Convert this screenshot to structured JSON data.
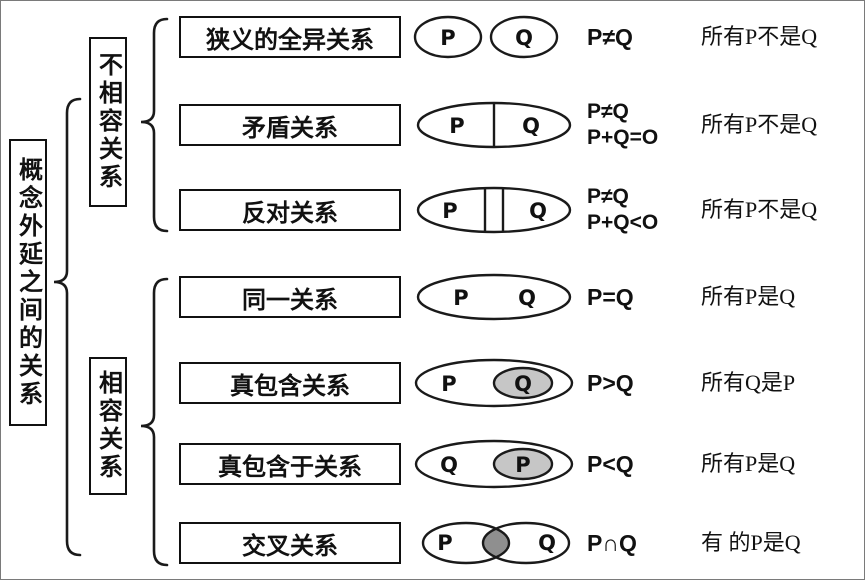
{
  "title_box": "概念外延之间的关系",
  "colors": {
    "stroke": "#1a1a1a",
    "inner_fill": "#c6c6c6",
    "overlap_fill": "#8f8f8f"
  },
  "groups": [
    {
      "label": "不相容关系",
      "rows": [
        {
          "name": "狭义的全异关系",
          "formula1": "P≠Q",
          "formula2": "",
          "desc": "所有P不是Q",
          "venn": {
            "type": "disjoint",
            "left": "P",
            "right": "Q"
          }
        },
        {
          "name": "矛盾关系",
          "formula1": "P≠Q",
          "formula2": "P+Q=O",
          "desc": "所有P不是Q",
          "venn": {
            "type": "contradiction",
            "left": "P",
            "right": "Q"
          }
        },
        {
          "name": "反对关系",
          "formula1": "P≠Q",
          "formula2": "P+Q<O",
          "desc": "所有P不是Q",
          "venn": {
            "type": "contrary",
            "left": "P",
            "right": "Q"
          }
        }
      ]
    },
    {
      "label": "相容关系",
      "rows": [
        {
          "name": "同一关系",
          "formula1": "P=Q",
          "formula2": "",
          "desc": "所有P是Q",
          "venn": {
            "type": "identity",
            "left": "P",
            "right": "Q"
          }
        },
        {
          "name": "真包含关系",
          "formula1": "P>Q",
          "formula2": "",
          "desc": "所有Q是P",
          "venn": {
            "type": "contains",
            "outer": "P",
            "inner": "Q"
          }
        },
        {
          "name": "真包含于关系",
          "formula1": "P<Q",
          "formula2": "",
          "desc": "所有P是Q",
          "venn": {
            "type": "contained",
            "outer": "Q",
            "inner": "P"
          }
        },
        {
          "name": "交叉关系",
          "formula1": "P∩Q",
          "formula2": "",
          "desc": "有 的P是Q",
          "venn": {
            "type": "overlap",
            "left": "P",
            "right": "Q"
          }
        }
      ]
    }
  ]
}
